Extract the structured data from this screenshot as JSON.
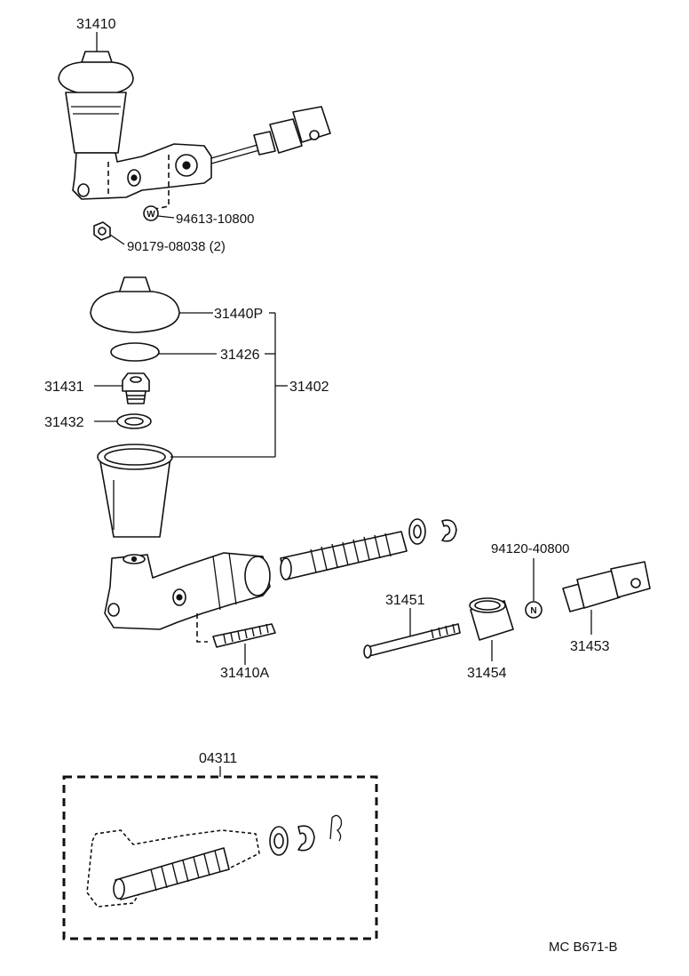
{
  "labels": {
    "master_cylinder": "31410",
    "washer_part": "94613-10800",
    "nut_part": "90179-08038 (2)",
    "reservoir_cap": "31440P",
    "cap_seal": "31426",
    "union": "31431",
    "union_gasket": "31432",
    "reservoir_assy": "31402",
    "stud": "31410A",
    "push_rod": "31451",
    "boot": "31454",
    "nut_n_part": "94120-40800",
    "clevis": "31453",
    "repair_kit": "04311",
    "diagram_code": "MC  B671-B"
  },
  "icons": {
    "washer_symbol": "W",
    "nut_symbol": "N"
  }
}
